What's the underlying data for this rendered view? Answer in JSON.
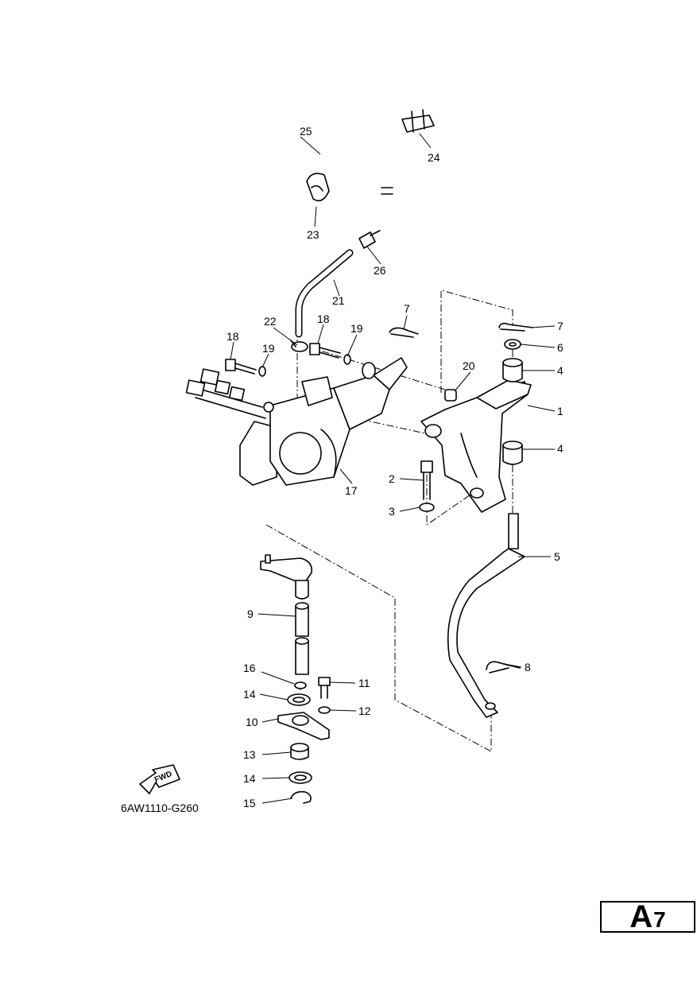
{
  "diagram": {
    "drawing_code": "6AW1110-G260",
    "fwd_label": "FWD",
    "page_label": {
      "letter": "A",
      "number": "7"
    },
    "callouts": [
      "1",
      "2",
      "3",
      "4",
      "4",
      "5",
      "6",
      "7",
      "7",
      "8",
      "9",
      "10",
      "11",
      "12",
      "13",
      "14",
      "14",
      "15",
      "16",
      "17",
      "18",
      "18",
      "19",
      "19",
      "20",
      "21",
      "22",
      "23",
      "24",
      "25",
      "26"
    ]
  }
}
